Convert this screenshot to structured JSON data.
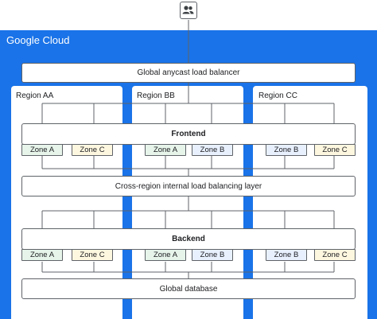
{
  "cloud": {
    "title": "Google Cloud",
    "color": "#1a73e8"
  },
  "user": {
    "icon": "users-icon"
  },
  "global_lb": {
    "label": "Global anycast load balancer"
  },
  "regions": [
    {
      "label": "Region AA"
    },
    {
      "label": "Region BB"
    },
    {
      "label": "Region CC"
    }
  ],
  "frontend": {
    "label": "Frontend",
    "zones": [
      {
        "label": "Zone A",
        "color": "#e6f4ea"
      },
      {
        "label": "Zone C",
        "color": "#fef7e0"
      },
      {
        "label": "Zone A",
        "color": "#e6f4ea"
      },
      {
        "label": "Zone B",
        "color": "#e8f0fe"
      },
      {
        "label": "Zone B",
        "color": "#e8f0fe"
      },
      {
        "label": "Zone C",
        "color": "#fef7e0"
      }
    ]
  },
  "internal_lb": {
    "label": "Cross-region internal load balancing layer"
  },
  "backend": {
    "label": "Backend",
    "zones": [
      {
        "label": "Zone A",
        "color": "#e6f4ea"
      },
      {
        "label": "Zone C",
        "color": "#fef7e0"
      },
      {
        "label": "Zone A",
        "color": "#e6f4ea"
      },
      {
        "label": "Zone B",
        "color": "#e8f0fe"
      },
      {
        "label": "Zone B",
        "color": "#e8f0fe"
      },
      {
        "label": "Zone C",
        "color": "#fef7e0"
      }
    ]
  },
  "database": {
    "label": "Global database"
  }
}
